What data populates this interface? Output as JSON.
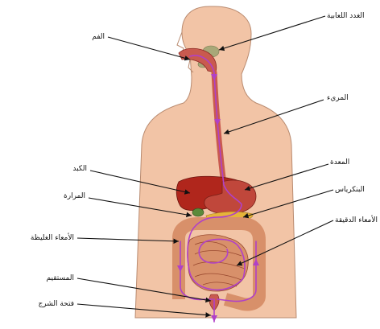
{
  "labels": {
    "salivary_glands": "الغدد اللعابية",
    "mouth": "الفم",
    "esophagus": "المريء",
    "stomach": "المعدة",
    "pancreas": "البنكرياس",
    "liver": "الكبد",
    "gallbladder": "المرارة",
    "large_intestine": "الأمعاء الغليظة",
    "small_intestine": "الأمعاء الدقيقة",
    "rectum": "المستقيم",
    "anus": "فتحة الشرج"
  },
  "colors": {
    "skin": "#f2c4a6",
    "skin_outline": "#b98b70",
    "path": "#b040c8",
    "liver": "#b0261c",
    "stomach": "#c0473b",
    "esophagus": "#c95a4f",
    "pancreas": "#e6b43a",
    "gallbladder": "#5a8a3a",
    "intestine": "#d8906a",
    "intestine_outline": "#9a4a30",
    "salivary": "#a8a878"
  }
}
